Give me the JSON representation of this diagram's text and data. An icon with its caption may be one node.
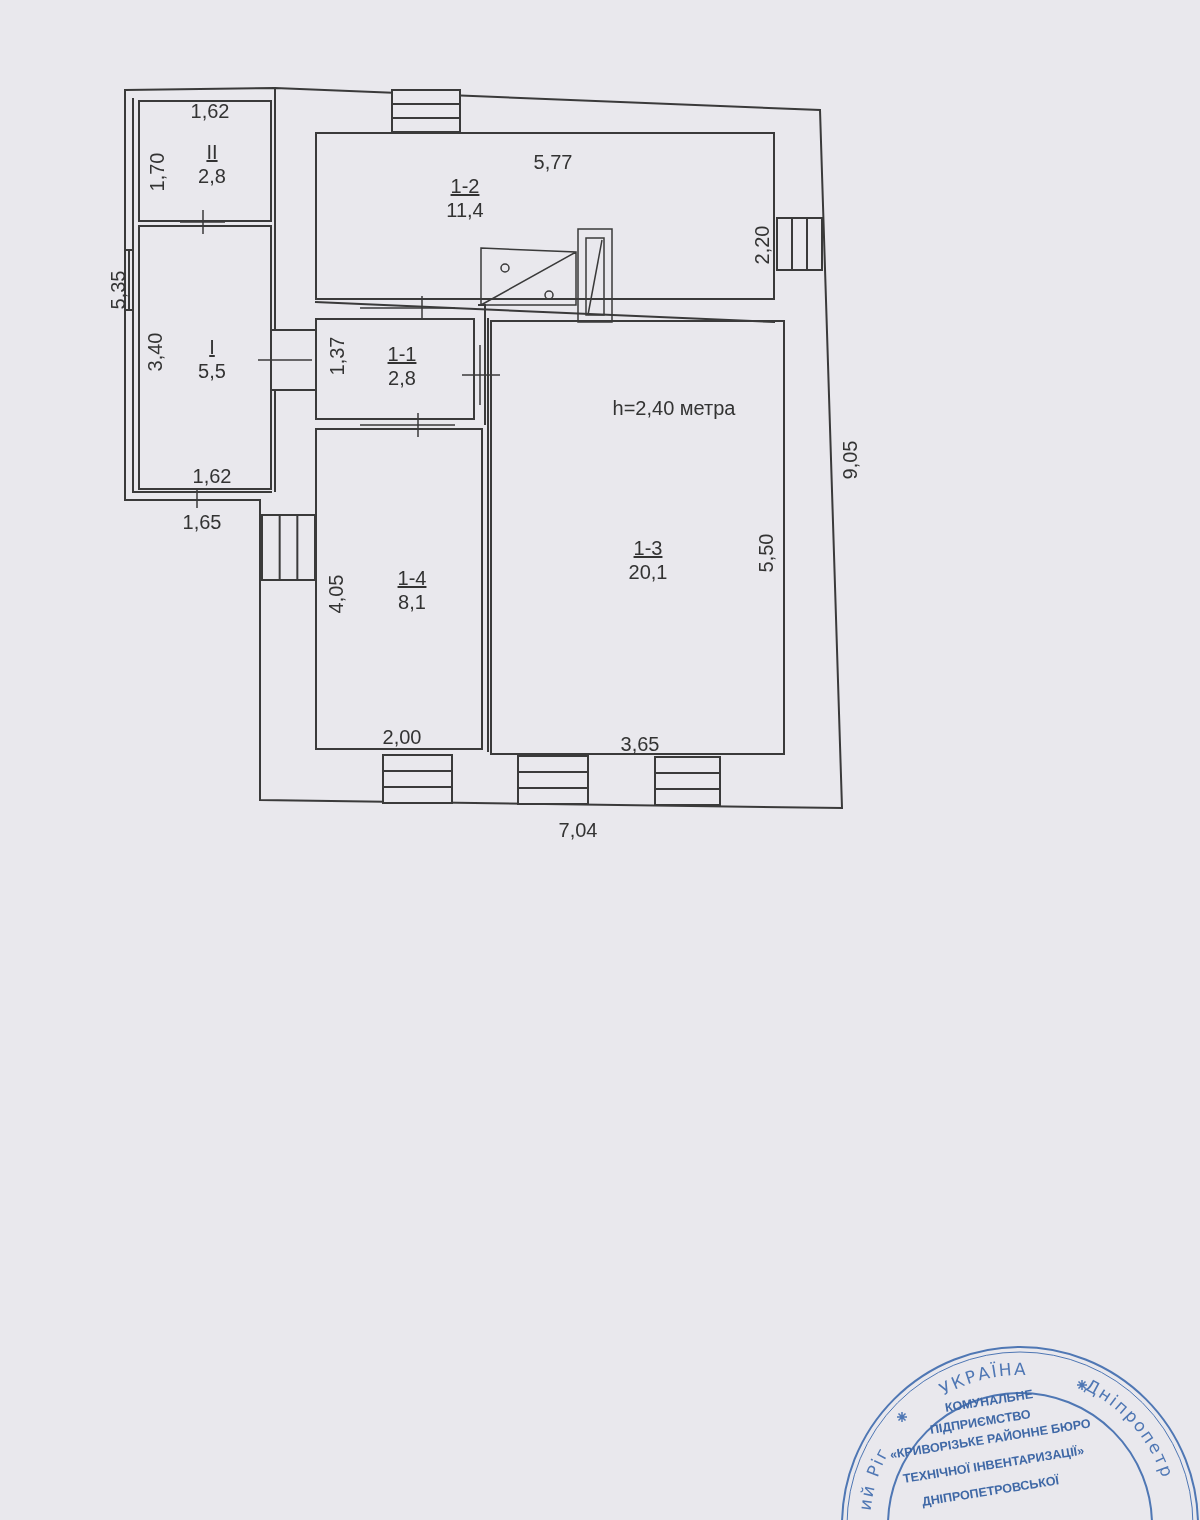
{
  "diagram": {
    "nodes": [
      {
        "text": [
          "II",
          "2,8"
        ]
      },
      {
        "text": [
          "I",
          "5,5"
        ]
      },
      {
        "text": [
          "1-2",
          "11,4"
        ]
      },
      {
        "text": [
          "1-1",
          "2,8"
        ]
      },
      {
        "text": [
          "1-4",
          "8,1"
        ]
      },
      {
        "text": [
          "1-3",
          "20,1"
        ]
      }
    ],
    "labels": [
      "1,62",
      "1,70",
      "5,77",
      "2,20",
      "5,35",
      "1,37",
      "3,40",
      "h=2,40 метра",
      "1,62",
      "9,05",
      "1,65",
      "5,50",
      "4,05",
      "2,00",
      "3,65",
      "7,04",
      "УКРАЇНА",
      "Дніпропетр",
      "ий Ріг",
      "КОМУНАЛЬНЕ",
      "ПІДПРИЄМСТВО",
      "«КРИВОРІЗЬКЕ РАЙОННЕ БЮРО",
      "ТЕХНІЧНОЇ ІНВЕНТАРИЗАЦІЇ»",
      "ДНІПРОПЕТРОВСЬКОЇ"
    ]
  }
}
